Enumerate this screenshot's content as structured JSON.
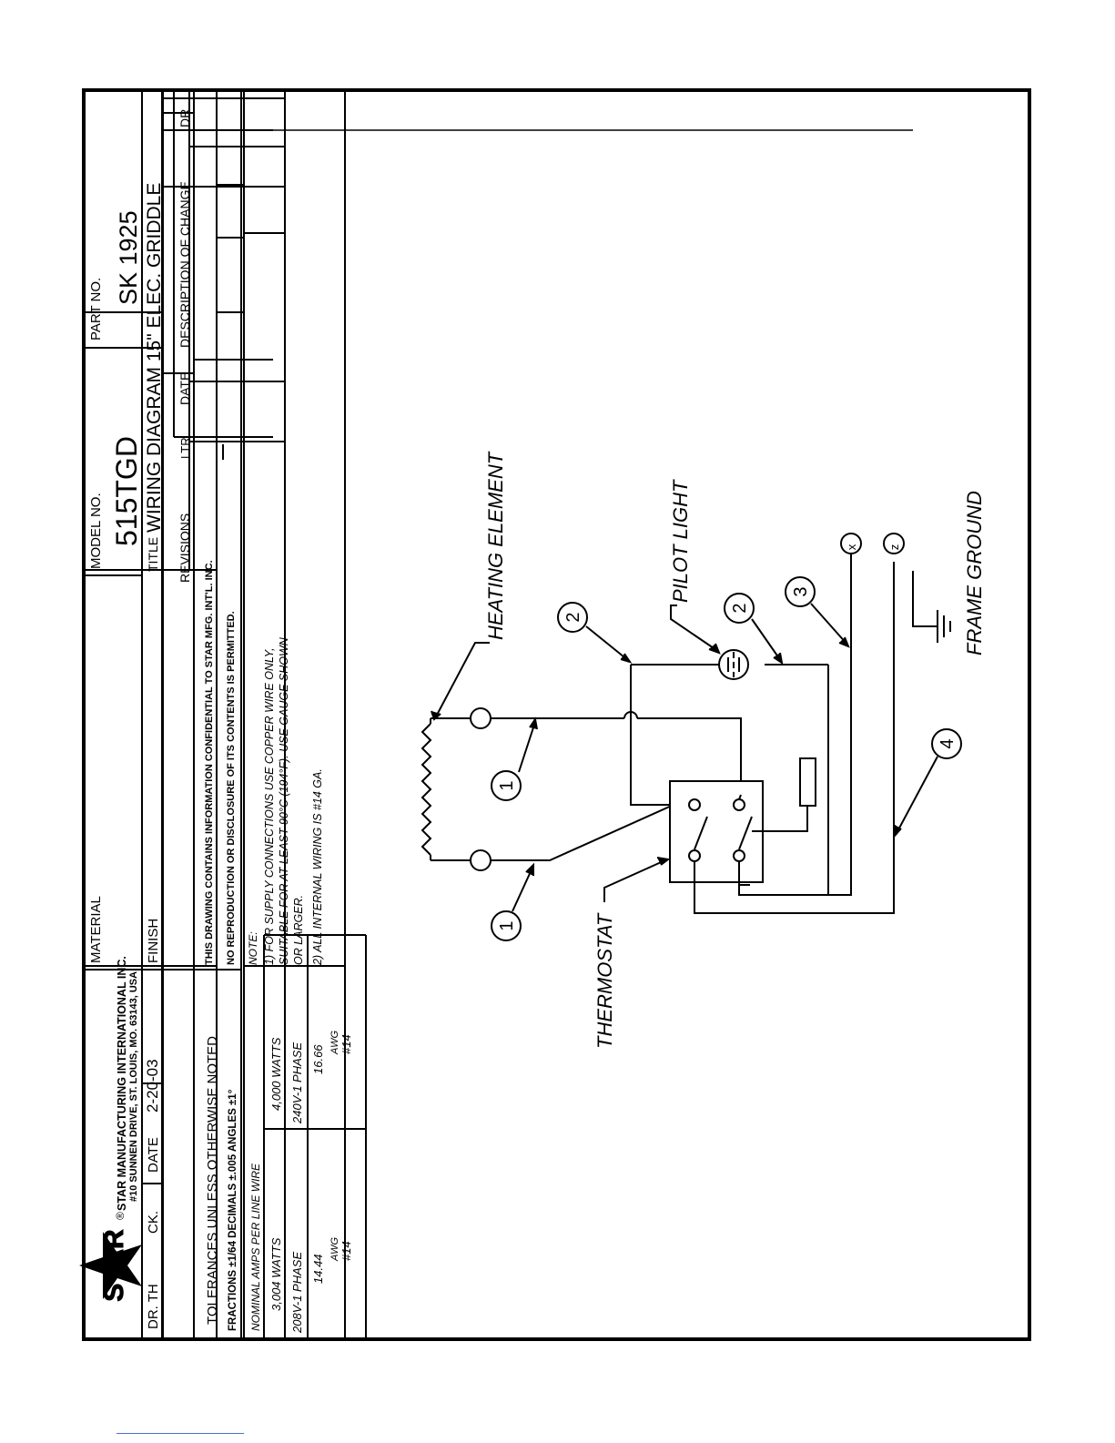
{
  "company": {
    "logo_text": "STAR",
    "registered_mark": "®",
    "name": "STAR MANUFACTURING INTERNATIONAL INC.",
    "address": "#10 SUNNEN DRIVE, ST. LOUIS, MO. 63143, USA"
  },
  "title_block": {
    "material_label": "MATERIAL",
    "finish_label": "FINISH",
    "model_label": "MODEL NO.",
    "model_value": "515TGD",
    "part_label": "PART NO.",
    "part_value": "SK 1925",
    "title_label": "TITLE",
    "title_value": "WIRING DIAGRAM 15\" ELEC. GRIDDLE",
    "dr_label": "DR. TH",
    "ck_label": "CK.",
    "date_label": "DATE",
    "date_value": "2-20-03"
  },
  "revisions": {
    "label": "REVISIONS",
    "columns": [
      "LTR",
      "DATE",
      "DESCRIPTION OF CHANGE",
      "DR"
    ]
  },
  "tolerances": {
    "line1": "TOLERANCES UNLESS OTHERWISE NOTED",
    "line2": "FRACTIONS ±1/64 DECIMALS ±.005 ANGLES ±1°"
  },
  "confidential": {
    "line1": "THIS DRAWING CONTAINS INFORMATION CONFIDENTIAL TO STAR MFG. INT'L. INC.",
    "line2": "NO REPRODUCTION OR DISCLOSURE OF ITS CONTENTS IS PERMITTED."
  },
  "amps_table": {
    "header": "NOMINAL AMPS PER LINE WIRE",
    "columns": [
      {
        "watts": "3,004 WATTS",
        "phase": "208V-1 PHASE",
        "amps": "14.44",
        "awg_label": "AWG",
        "awg": "#14"
      },
      {
        "watts": "4,000 WATTS",
        "phase": "240V-1 PHASE",
        "amps": "16.66",
        "awg_label": "AWG",
        "awg": "#14"
      }
    ]
  },
  "notes": {
    "heading": "NOTE:",
    "lines": [
      "1)  FOR SUPPLY CONNECTIONS USE COPPER WIRE ONLY,",
      "SUITABLE FOR AT LEAST 90°C (194°F). USE GAUGE SHOWN",
      "OR LARGER.",
      "2)  ALL INTERNAL WIRING IS #14 GA."
    ]
  },
  "diagram": {
    "labels": {
      "heating_element": "HEATING ELEMENT",
      "pilot_light": "PILOT LIGHT",
      "thermostat": "THERMOSTAT",
      "frame_ground": "FRAME GROUND"
    },
    "terminals": [
      "x",
      "z"
    ],
    "wire_callouts": [
      "1",
      "1",
      "2",
      "2",
      "3",
      "4"
    ]
  }
}
